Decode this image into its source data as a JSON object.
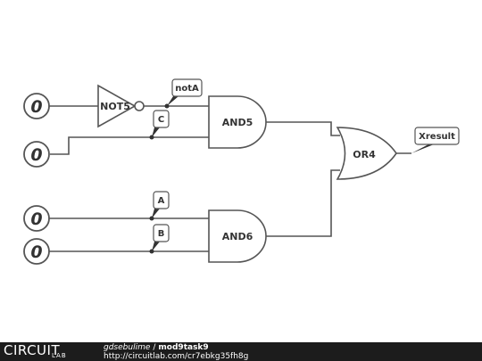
{
  "sources": [
    "0",
    "0",
    "0",
    "0"
  ],
  "gates": {
    "not": "NOT5",
    "and_top": "AND5",
    "and_bottom": "AND6",
    "or": "OR4"
  },
  "labels": {
    "notA": "notA",
    "c": "C",
    "a": "A",
    "b": "B",
    "xresult": "Xresult"
  },
  "footer": {
    "logo_main": "CIRCUIT",
    "logo_sub": "LAB",
    "author": "gdsebulime",
    "separator": "/",
    "project": "mod9task9",
    "url": "http://circuitlab.com/cr7ebkg35fh8g"
  }
}
